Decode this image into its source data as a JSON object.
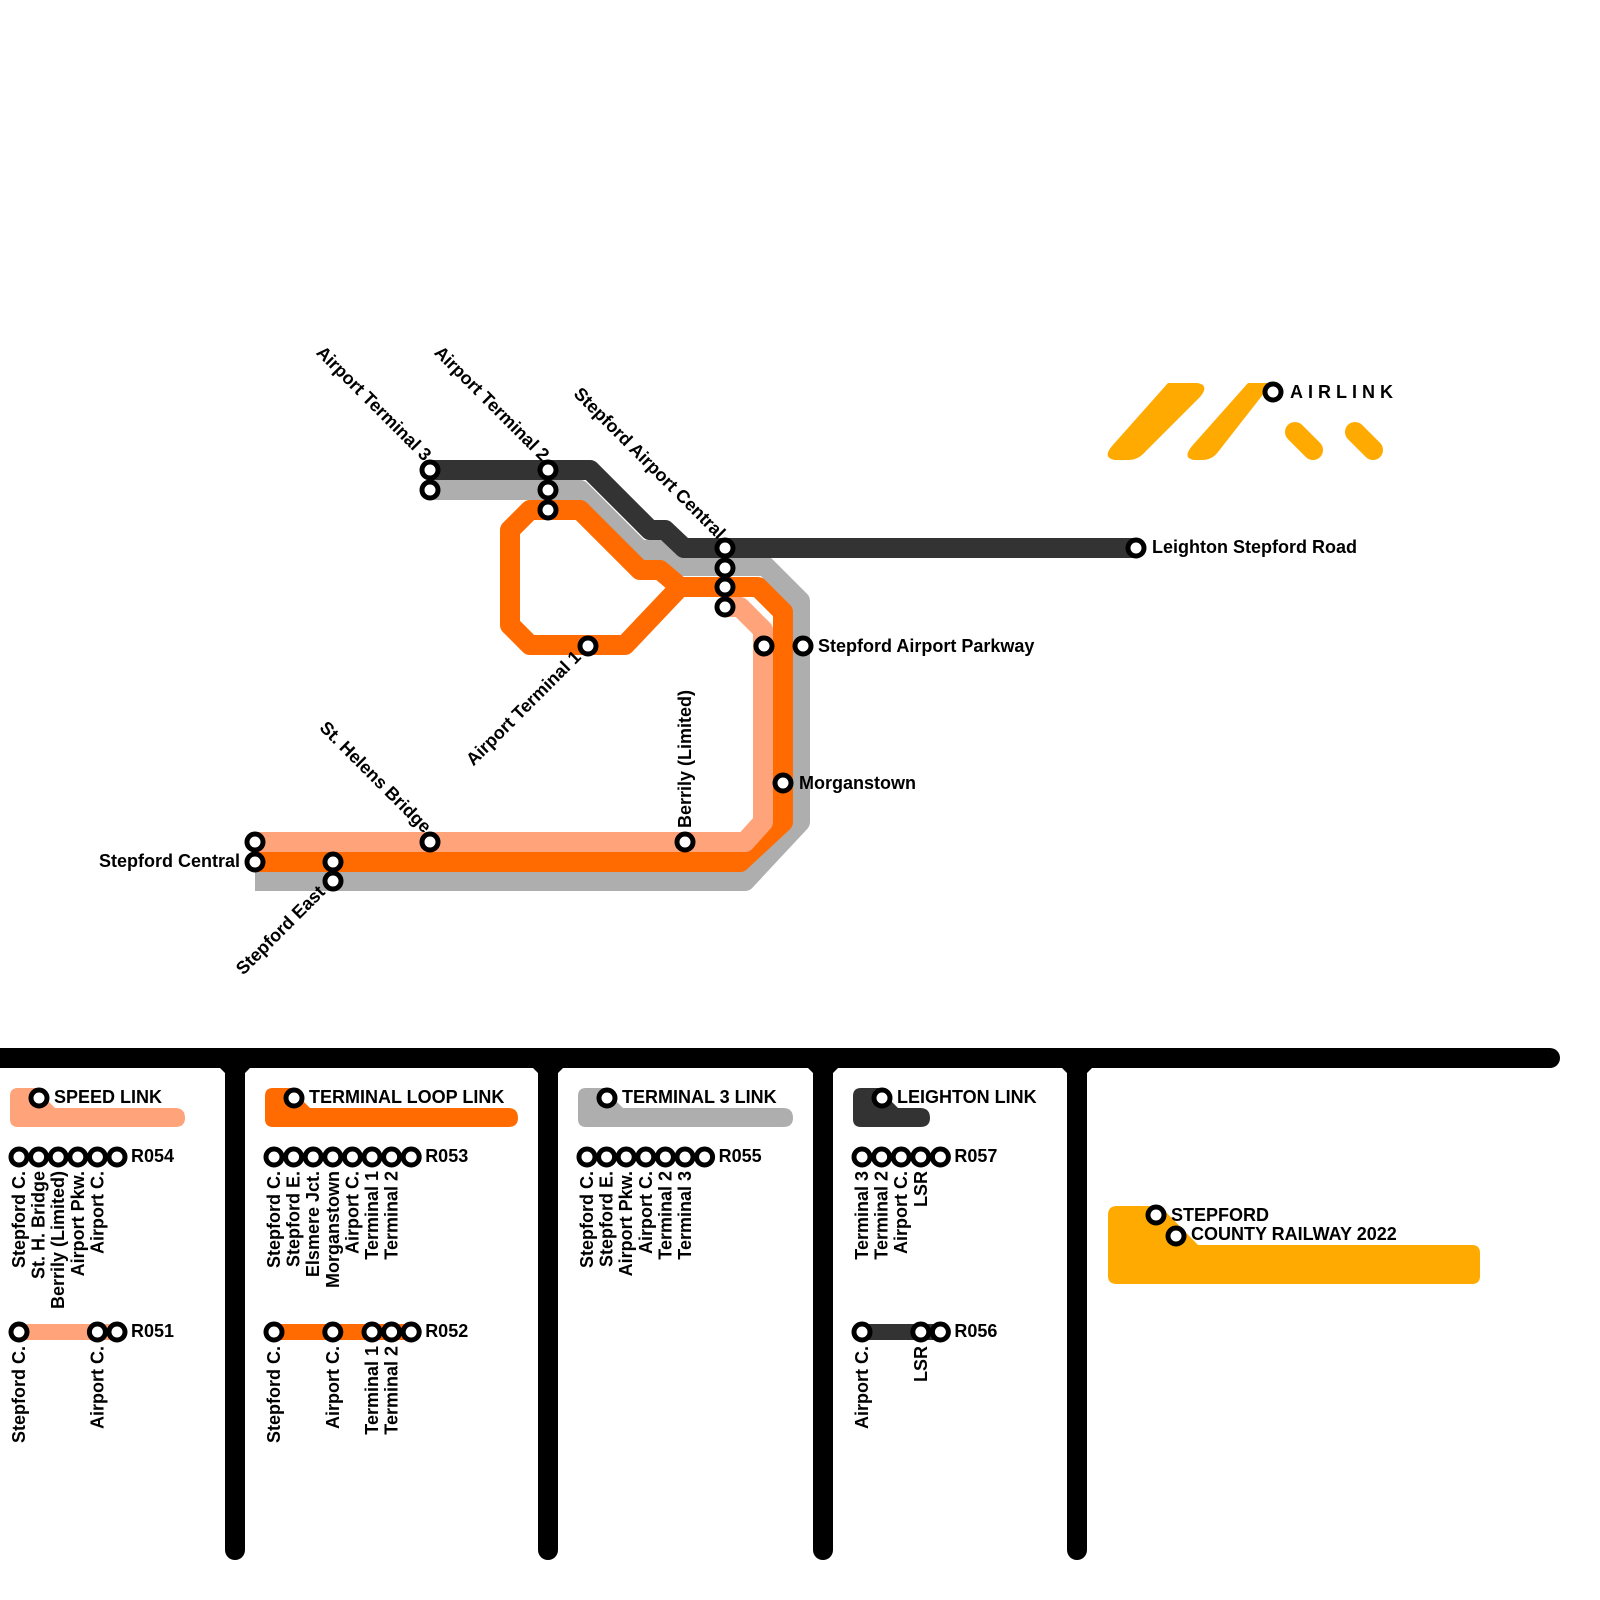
{
  "colors": {
    "speed_link": "#FFA37A",
    "terminal_loop_link": "#FF6B00",
    "terminal_3_link": "#AEAEAE",
    "leighton_link": "#333333",
    "airlink": "#FFAA00",
    "frame": "#000000"
  },
  "map": {
    "stations": {
      "airport_terminal_3": "Airport Terminal 3",
      "airport_terminal_2": "Airport Terminal 2",
      "stepford_airport_central": "Stepford Airport Central",
      "airport_terminal_1": "Airport Terminal 1",
      "leighton_stepford_road": "Leighton Stepford Road",
      "stepford_airport_parkway": "Stepford Airport Parkway",
      "morganstown": "Morganstown",
      "berrily_limited": "Berrily (Limited)",
      "st_helens_bridge": "St. Helens Bridge",
      "stepford_central": "Stepford Central",
      "stepford_east": "Stepford East"
    }
  },
  "logo": {
    "title": "AIRLINK"
  },
  "legend": {
    "panels": [
      {
        "name": "SPEED LINK",
        "color_key": "speed_link",
        "routes": [
          {
            "code": "R054",
            "stops": [
              "Stepford C.",
              "St. H. Bridge",
              "Berrily (Limited)",
              "Airport Pkw.",
              "Airport C."
            ]
          },
          {
            "code": "R051",
            "stops": [
              "Stepford C.",
              "Airport C."
            ]
          }
        ]
      },
      {
        "name": "TERMINAL LOOP LINK",
        "color_key": "terminal_loop_link",
        "routes": [
          {
            "code": "R053",
            "stops": [
              "Stepford C.",
              "Stepford E.",
              "Elsmere Jct.",
              "Morganstown",
              "Airport C.",
              "Terminal 1",
              "Terminal 2"
            ]
          },
          {
            "code": "R052",
            "stops": [
              "Stepford C.",
              "Airport C.",
              "Terminal 1",
              "Terminal 2"
            ]
          }
        ]
      },
      {
        "name": "TERMINAL 3 LINK",
        "color_key": "terminal_3_link",
        "routes": [
          {
            "code": "R055",
            "stops": [
              "Stepford C.",
              "Stepford E.",
              "Airport Pkw.",
              "Airport C.",
              "Terminal 2",
              "Terminal 3"
            ]
          }
        ]
      },
      {
        "name": "LEIGHTON LINK",
        "color_key": "leighton_link",
        "routes": [
          {
            "code": "R057",
            "stops": [
              "Terminal 3",
              "Terminal 2",
              "Airport C.",
              "LSR"
            ]
          },
          {
            "code": "R056",
            "stops": [
              "Airport C.",
              "LSR"
            ]
          }
        ]
      }
    ],
    "footer_logo": {
      "line1": "STEPFORD",
      "line2": "COUNTY RAILWAY 2022"
    }
  }
}
